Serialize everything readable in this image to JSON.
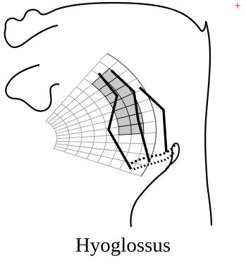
{
  "caption": "Hyoglossus",
  "marker": "+",
  "colors": {
    "outline": "#000000",
    "mesh": "#9a9a9a",
    "highlight_fill": "#c8c8c8",
    "marker": "#e03030",
    "background": "#ffffff"
  },
  "muscle": {
    "highlighted_cells": [
      [
        0,
        2
      ],
      [
        0,
        3
      ],
      [
        1,
        2
      ],
      [
        1,
        3
      ],
      [
        2,
        2
      ],
      [
        2,
        3
      ],
      [
        3,
        2
      ],
      [
        3,
        3
      ],
      [
        4,
        2
      ],
      [
        4,
        3
      ],
      [
        5,
        2
      ],
      [
        5,
        3
      ],
      [
        6,
        2
      ],
      [
        6,
        3
      ]
    ]
  }
}
